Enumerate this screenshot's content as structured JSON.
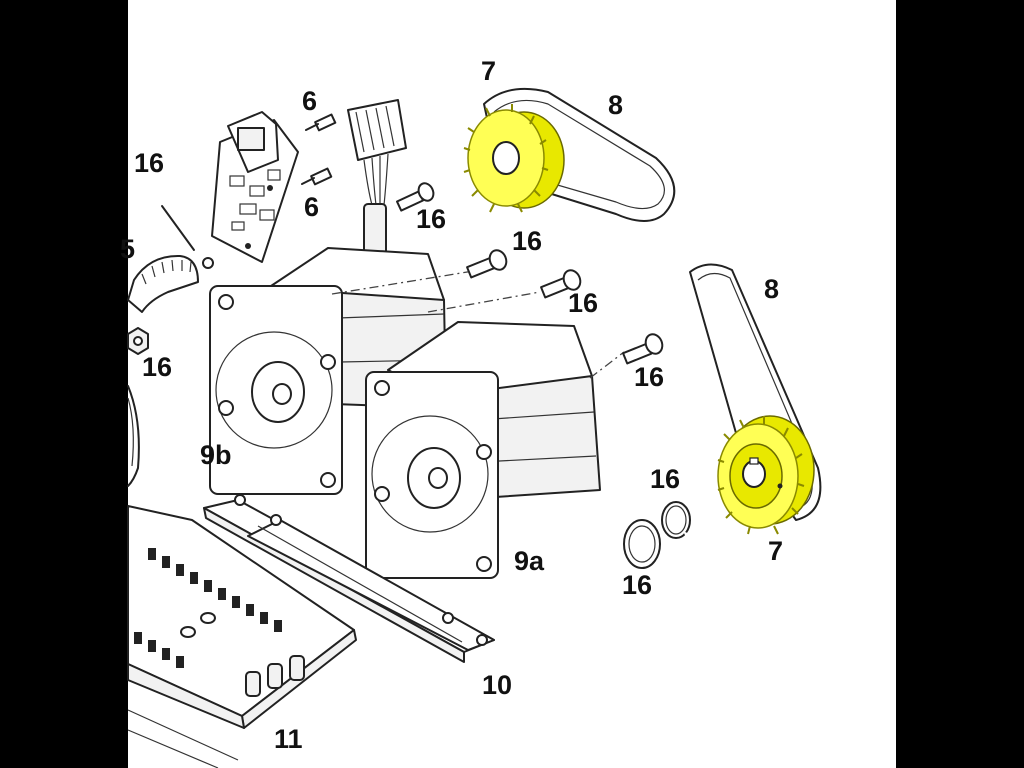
{
  "callouts": {
    "pulley_top": "7",
    "pulley_right": "7",
    "belt_top": "8",
    "belt_right": "8",
    "screw6_a": "6",
    "screw6_b": "6",
    "screw16_cable": "16",
    "screw16_motor_a": "16",
    "screw16_motor_b": "16",
    "screw16_motor_c": "16",
    "nut16_left": "16",
    "partial_16_left": "16",
    "partial_5_left": "5",
    "ring16_upper": "16",
    "ring16_lower": "16",
    "motor_9b": "9b",
    "motor_9a": "9a",
    "bracket_10": "10",
    "board_11": "11"
  },
  "colors": {
    "highlight": "#ffff55",
    "frame": "#000000",
    "line": "#222222"
  }
}
